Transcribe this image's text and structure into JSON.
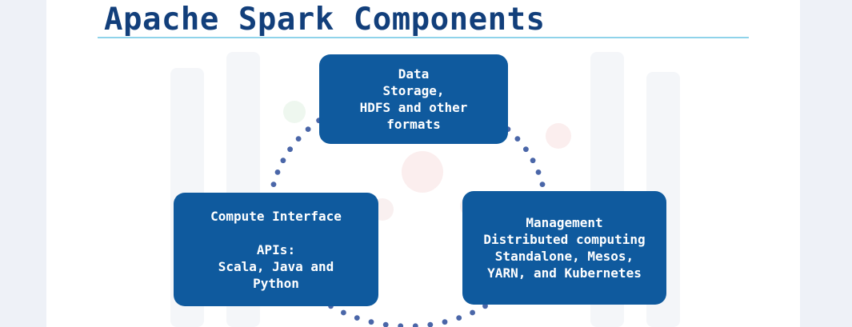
{
  "slide": {
    "title": "Apache Spark Components"
  },
  "components": {
    "data": {
      "lines": [
        "Data",
        "Storage,",
        "HDFS and other",
        "formats"
      ]
    },
    "compute": {
      "heading": "Compute Interface",
      "lines": [
        "APIs:",
        "Scala, Java and",
        "Python"
      ]
    },
    "management": {
      "lines": [
        "Management",
        "Distributed computing",
        "Standalone, Mesos,",
        "YARN, and Kubernetes"
      ]
    }
  },
  "colors": {
    "title": "#123f7b",
    "box": "#0f5a9e",
    "dots": "#4a66a8",
    "rule": "#8fd3ea"
  }
}
